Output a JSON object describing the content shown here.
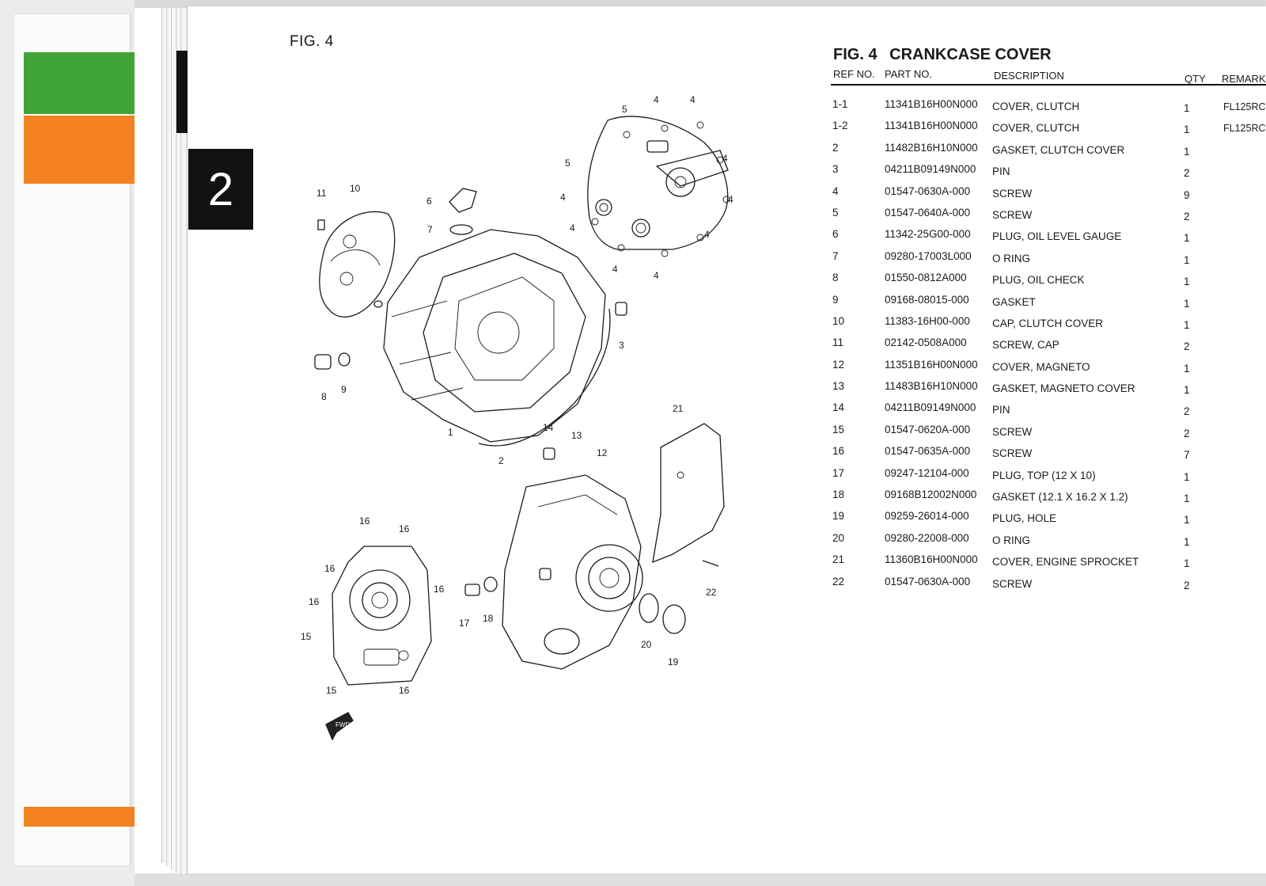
{
  "section_tab": "2",
  "figure_label": "FIG. 4",
  "table": {
    "fig": "FIG. 4",
    "title": "CRANKCASE COVER",
    "headers": {
      "ref_no": "REF NO.",
      "part_no": "PART NO.",
      "description": "DESCRIPTION",
      "qty": "QTY",
      "remark": "REMARK"
    },
    "rows": [
      {
        "ref": "1-1",
        "part": "11341B16H00N000",
        "desc": "COVER, CLUTCH",
        "qty": "1",
        "remark": "FL125RC"
      },
      {
        "ref": "1-2",
        "part": "11341B16H00N000",
        "desc": "COVER, CLUTCH",
        "qty": "1",
        "remark": "FL125RC"
      },
      {
        "ref": "2",
        "part": "11482B16H10N000",
        "desc": "GASKET, CLUTCH COVER",
        "qty": "1",
        "remark": ""
      },
      {
        "ref": "3",
        "part": "04211B09149N000",
        "desc": "PIN",
        "qty": "2",
        "remark": ""
      },
      {
        "ref": "4",
        "part": "01547-0630A-000",
        "desc": "SCREW",
        "qty": "9",
        "remark": ""
      },
      {
        "ref": "5",
        "part": "01547-0640A-000",
        "desc": "SCREW",
        "qty": "2",
        "remark": ""
      },
      {
        "ref": "6",
        "part": "11342-25G00-000",
        "desc": "PLUG, OIL LEVEL GAUGE",
        "qty": "1",
        "remark": ""
      },
      {
        "ref": "7",
        "part": "09280-17003L000",
        "desc": "O RING",
        "qty": "1",
        "remark": ""
      },
      {
        "ref": "8",
        "part": "01550-0812A000",
        "desc": "PLUG, OIL CHECK",
        "qty": "1",
        "remark": ""
      },
      {
        "ref": "9",
        "part": "09168-08015-000",
        "desc": "GASKET",
        "qty": "1",
        "remark": ""
      },
      {
        "ref": "10",
        "part": "11383-16H00-000",
        "desc": "CAP, CLUTCH COVER",
        "qty": "1",
        "remark": ""
      },
      {
        "ref": "11",
        "part": "02142-0508A000",
        "desc": "SCREW, CAP",
        "qty": "2",
        "remark": ""
      },
      {
        "ref": "12",
        "part": "11351B16H00N000",
        "desc": "COVER, MAGNETO",
        "qty": "1",
        "remark": ""
      },
      {
        "ref": "13",
        "part": "11483B16H10N000",
        "desc": "GASKET, MAGNETO COVER",
        "qty": "1",
        "remark": ""
      },
      {
        "ref": "14",
        "part": "04211B09149N000",
        "desc": "PIN",
        "qty": "2",
        "remark": ""
      },
      {
        "ref": "15",
        "part": "01547-0620A-000",
        "desc": "SCREW",
        "qty": "2",
        "remark": ""
      },
      {
        "ref": "16",
        "part": "01547-0635A-000",
        "desc": "SCREW",
        "qty": "7",
        "remark": ""
      },
      {
        "ref": "17",
        "part": "09247-12104-000",
        "desc": "PLUG, TOP (12 X 10)",
        "qty": "1",
        "remark": ""
      },
      {
        "ref": "18",
        "part": "09168B12002N000",
        "desc": "GASKET (12.1 X 16.2 X 1.2)",
        "qty": "1",
        "remark": ""
      },
      {
        "ref": "19",
        "part": "09259-26014-000",
        "desc": "PLUG, HOLE",
        "qty": "1",
        "remark": ""
      },
      {
        "ref": "20",
        "part": "09280-22008-000",
        "desc": "O RING",
        "qty": "1",
        "remark": ""
      },
      {
        "ref": "21",
        "part": "11360B16H00N000",
        "desc": "COVER, ENGINE SPROCKET",
        "qty": "1",
        "remark": ""
      },
      {
        "ref": "22",
        "part": "01547-0630A-000",
        "desc": "SCREW",
        "qty": "2",
        "remark": ""
      }
    ]
  },
  "diagram": {
    "callouts": [
      "1",
      "2",
      "3",
      "4",
      "4",
      "4",
      "4",
      "4",
      "4",
      "4",
      "4",
      "4",
      "5",
      "5",
      "6",
      "7",
      "8",
      "9",
      "10",
      "11",
      "12",
      "13",
      "14",
      "15",
      "15",
      "16",
      "16",
      "16",
      "16",
      "16",
      "16",
      "17",
      "18",
      "19",
      "20",
      "21",
      "22"
    ],
    "fwd_label": "FWD"
  },
  "colors": {
    "green_stripe": "#3fa435",
    "orange_stripe": "#f58220",
    "tab_black": "#111111"
  }
}
